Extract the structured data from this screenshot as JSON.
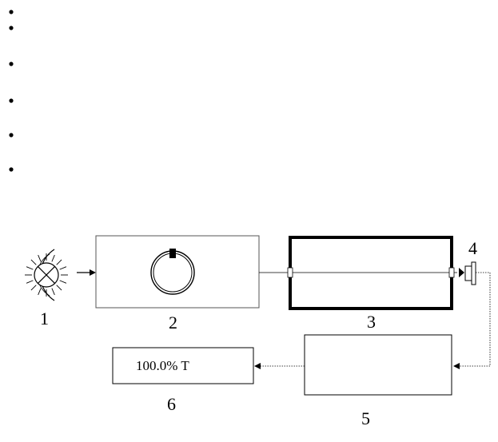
{
  "diagram": {
    "bullets": [
      "",
      "",
      "",
      "",
      "",
      ""
    ],
    "labels": {
      "source": "1",
      "monochromator": "2",
      "sample_cell": "3",
      "detector": "4",
      "processor": "5",
      "display": "6"
    },
    "display_readout": "100.0% T",
    "colors": {
      "stroke": "#000000",
      "box_stroke": "#555555",
      "background": "#ffffff"
    }
  }
}
